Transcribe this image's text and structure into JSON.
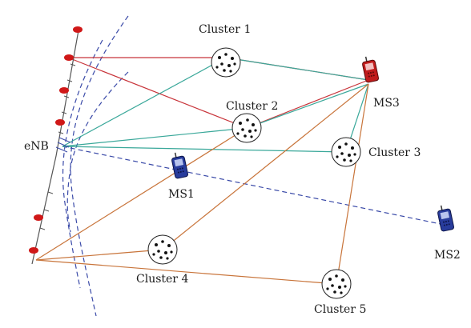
{
  "labels": {
    "enb": "eNB",
    "ms1": "MS1",
    "ms2": "MS2",
    "ms3": "MS3",
    "cluster1": "Cluster 1",
    "cluster2": "Cluster 2",
    "cluster3": "Cluster 3",
    "cluster4": "Cluster 4",
    "cluster5": "Cluster 5"
  },
  "colors": {
    "red_link": "#c8343a",
    "teal_link": "#3aa89a",
    "orange_link": "#c8743a",
    "dashed_blue": "#3a4aa8",
    "antenna_red": "#d01818",
    "mobile_blue": "#283c9c",
    "mobile_red": "#c01c1c",
    "scatterer": "#111111"
  }
}
